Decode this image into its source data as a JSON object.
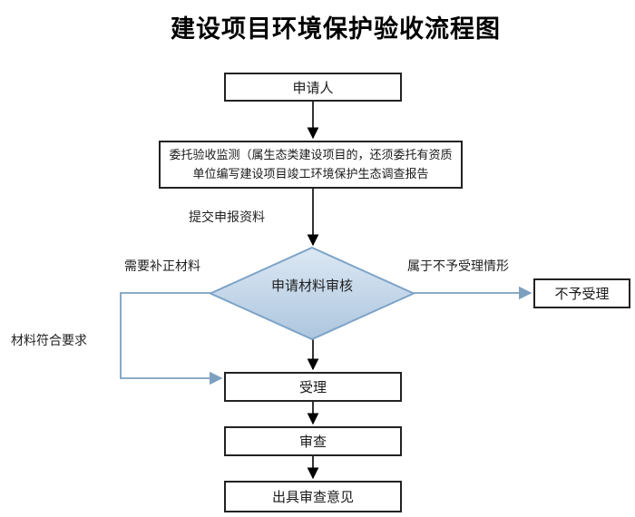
{
  "title": "建设项目环境保护验收流程图",
  "colors": {
    "diamond_fill_top": "#dce8f4",
    "diamond_fill_bottom": "#adc6de",
    "diamond_border": "#7ca3c7",
    "blue_connector": "#7da0be",
    "black_connector": "#000000",
    "box_border": "#222222",
    "box_fill": "#ffffff"
  },
  "flowchart": {
    "nodes": {
      "applicant": {
        "label": "申请人"
      },
      "entrust": {
        "label": "委托验收监测（属生态类建设项目的，还须委托有资质\n单位编写建设项目竣工环境保护生态调查报告"
      },
      "review_decision": {
        "label": "申请材料审核"
      },
      "reject": {
        "label": "不予受理"
      },
      "accept": {
        "label": "受理"
      },
      "examine": {
        "label": "审查"
      },
      "opinion": {
        "label": "出具审查意见"
      }
    },
    "edge_labels": {
      "submit": "提交申报资料",
      "need_fix": "需要补正材料",
      "reject_case": "属于不予受理情形",
      "material_ok": "材料符合要求"
    }
  }
}
